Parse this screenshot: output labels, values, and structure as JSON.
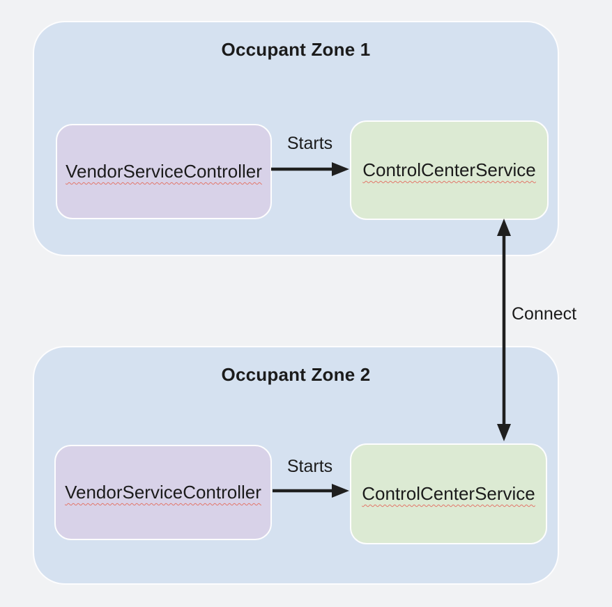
{
  "diagram": {
    "zones": [
      {
        "title": "Occupant Zone 1",
        "nodes": [
          {
            "label": "VendorServiceController"
          },
          {
            "label": "ControlCenterService"
          }
        ],
        "edge_label": "Starts"
      },
      {
        "title": "Occupant Zone 2",
        "nodes": [
          {
            "label": "VendorServiceController"
          },
          {
            "label": "ControlCenterService"
          }
        ],
        "edge_label": "Starts"
      }
    ],
    "connect_label": "Connect"
  },
  "colors": {
    "background": "#f1f2f4",
    "zone_fill": "#d5e1f0",
    "zone_border": "#fdfdfe",
    "vendor_fill": "#d8d2e8",
    "control_fill": "#dcead3",
    "box_border": "#fdfdfe",
    "arrow": "#1f1f1f",
    "text": "#1b1b1b",
    "squiggle": "#e2766a"
  }
}
